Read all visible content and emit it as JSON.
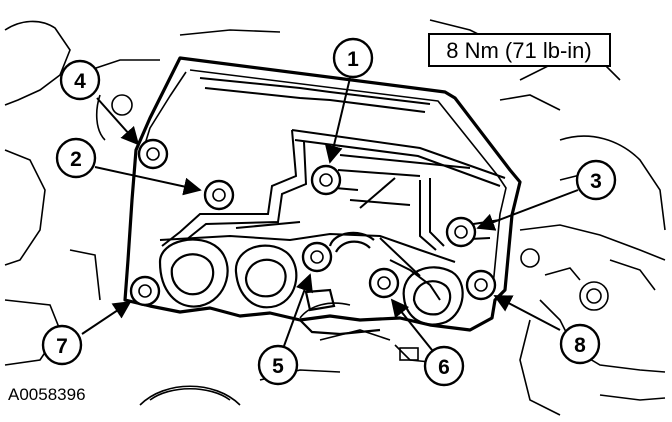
{
  "torque_spec": "8 Nm (71 lb-in)",
  "figure_ref": "A0058396",
  "callouts": [
    {
      "number": "1"
    },
    {
      "number": "2"
    },
    {
      "number": "3"
    },
    {
      "number": "4"
    },
    {
      "number": "5"
    },
    {
      "number": "6"
    },
    {
      "number": "7"
    },
    {
      "number": "8"
    }
  ],
  "colors": {
    "line": "#000000",
    "background": "#ffffff"
  }
}
